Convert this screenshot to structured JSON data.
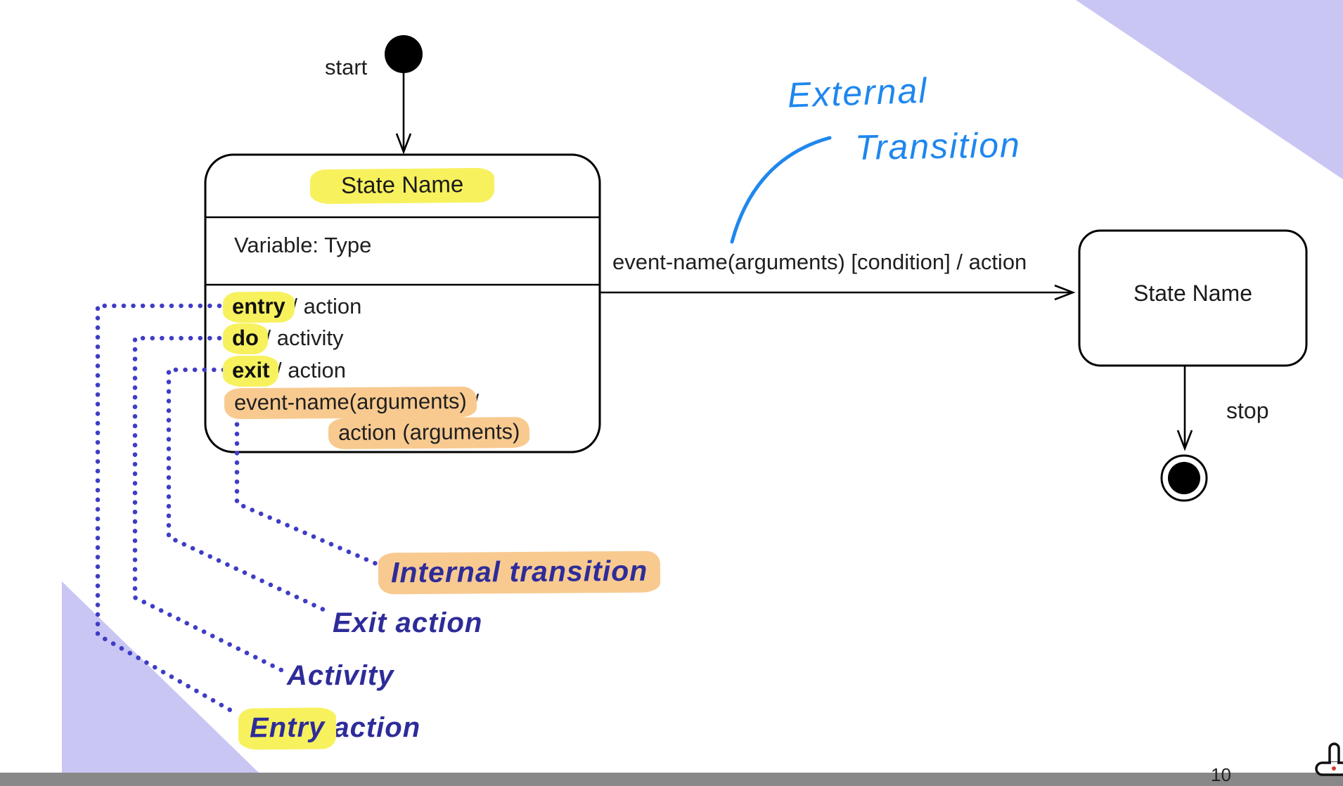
{
  "page": {
    "page_number": "10"
  },
  "colors": {
    "highlight_yellow": "#F7F15E",
    "highlight_orange": "#F8CA90",
    "dot_blue": "#3F3CC6",
    "callout_blue": "#2E2C99",
    "handwriting_blue": "#1F87EE",
    "corner_lavender": "#C9C6F4"
  },
  "start": {
    "label": "start"
  },
  "main_state": {
    "title": "State Name",
    "variable": "Variable: Type",
    "action_rows": [
      {
        "keyword": "entry",
        "suffix": " / action"
      },
      {
        "keyword": "do",
        "suffix": " / activity"
      },
      {
        "keyword": "exit",
        "suffix": " / action"
      }
    ],
    "internal_event": {
      "line1": "event-name(arguments)",
      "line1_suffix": " /",
      "line2": "action (arguments)"
    }
  },
  "transition": {
    "label": "event-name(arguments) [condition] / action"
  },
  "annotation": {
    "line1": "External",
    "line2": "Transition"
  },
  "target_state": {
    "title": "State Name"
  },
  "stop": {
    "label": "stop"
  },
  "callouts": {
    "internal": "Internal transition",
    "exit": "Exit action",
    "activity": "Activity",
    "entry_hl": "Entry",
    "entry_rest": " action"
  }
}
